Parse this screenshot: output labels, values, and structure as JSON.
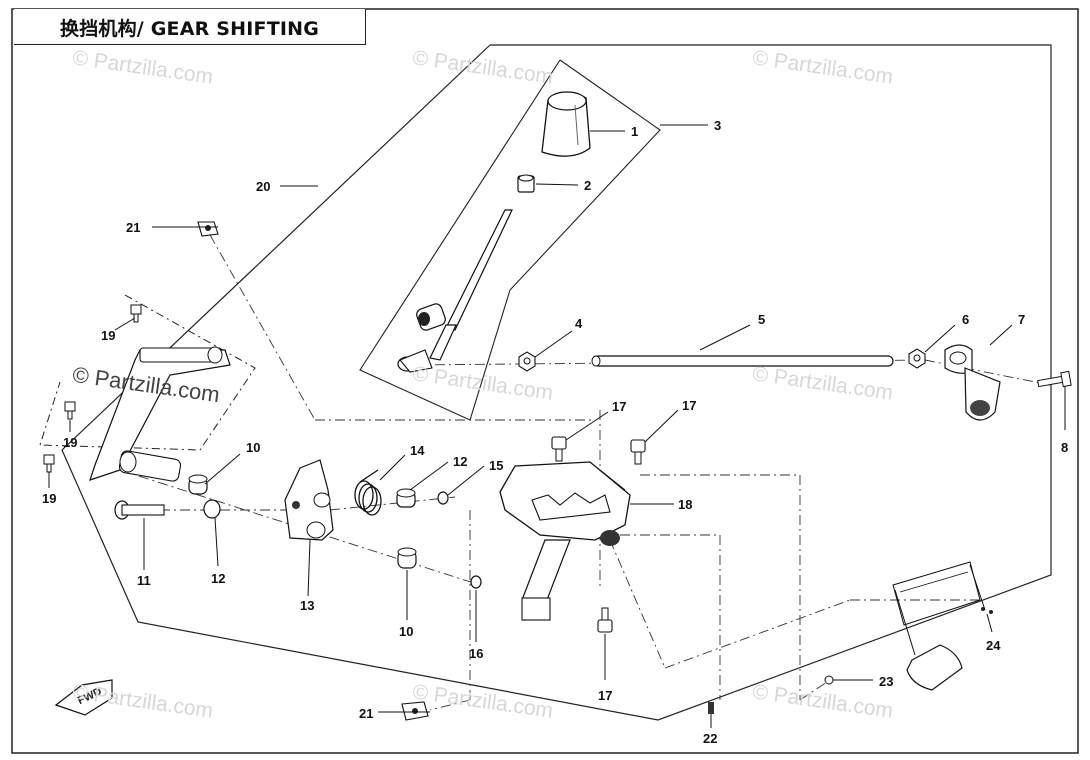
{
  "title": "换挡机构/ GEAR SHIFTING",
  "watermark": "© Partzilla.com",
  "fwd_label": "FWD",
  "callouts": [
    "1",
    "2",
    "3",
    "4",
    "5",
    "6",
    "7",
    "8",
    "10",
    "10",
    "11",
    "12",
    "12",
    "13",
    "14",
    "15",
    "16",
    "17",
    "17",
    "17",
    "18",
    "19",
    "19",
    "19",
    "20",
    "21",
    "21",
    "22",
    "23",
    "24"
  ],
  "colors": {
    "line": "#111111",
    "part_fill": "#ffffff",
    "shade": "#555555",
    "watermark": "#d7d7d7"
  }
}
